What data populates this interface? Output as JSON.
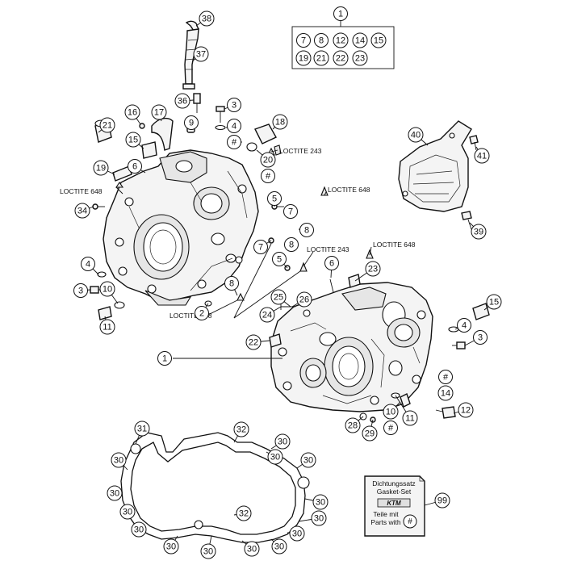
{
  "callouts": [
    {
      "id": "c-1-top",
      "label": "1"
    },
    {
      "id": "c-7-kit",
      "label": "7"
    },
    {
      "id": "c-8-kit",
      "label": "8"
    },
    {
      "id": "c-12-kit",
      "label": "12"
    },
    {
      "id": "c-14-kit",
      "label": "14"
    },
    {
      "id": "c-15-kit",
      "label": "15"
    },
    {
      "id": "c-19-kit",
      "label": "19"
    },
    {
      "id": "c-21-kit",
      "label": "21"
    },
    {
      "id": "c-22-kit",
      "label": "22"
    },
    {
      "id": "c-23-kit",
      "label": "23"
    },
    {
      "id": "c-38",
      "label": "38"
    },
    {
      "id": "c-37",
      "label": "37"
    },
    {
      "id": "c-36",
      "label": "36"
    },
    {
      "id": "c-3-a",
      "label": "3"
    },
    {
      "id": "c-9",
      "label": "9"
    },
    {
      "id": "c-4-a",
      "label": "4"
    },
    {
      "id": "c-hash-a",
      "label": "#"
    },
    {
      "id": "c-18",
      "label": "18"
    },
    {
      "id": "c-20",
      "label": "20"
    },
    {
      "id": "c-hash-b",
      "label": "#"
    },
    {
      "id": "c-16",
      "label": "16"
    },
    {
      "id": "c-17",
      "label": "17"
    },
    {
      "id": "c-21",
      "label": "21"
    },
    {
      "id": "c-15-a",
      "label": "15"
    },
    {
      "id": "c-19",
      "label": "19"
    },
    {
      "id": "c-6-a",
      "label": "6"
    },
    {
      "id": "c-34",
      "label": "34"
    },
    {
      "id": "c-5-a",
      "label": "5"
    },
    {
      "id": "c-7-a",
      "label": "7"
    },
    {
      "id": "c-8-a",
      "label": "8"
    },
    {
      "id": "c-7-b",
      "label": "7"
    },
    {
      "id": "c-8-b",
      "label": "8"
    },
    {
      "id": "c-5-b",
      "label": "5"
    },
    {
      "id": "c-8-c",
      "label": "8"
    },
    {
      "id": "c-4-b",
      "label": "4"
    },
    {
      "id": "c-3-b",
      "label": "3"
    },
    {
      "id": "c-10-a",
      "label": "10"
    },
    {
      "id": "c-11-a",
      "label": "11"
    },
    {
      "id": "c-2",
      "label": "2"
    },
    {
      "id": "c-40",
      "label": "40"
    },
    {
      "id": "c-41",
      "label": "41"
    },
    {
      "id": "c-39",
      "label": "39"
    },
    {
      "id": "c-6-b",
      "label": "6"
    },
    {
      "id": "c-23",
      "label": "23"
    },
    {
      "id": "c-25",
      "label": "25"
    },
    {
      "id": "c-26",
      "label": "26"
    },
    {
      "id": "c-24",
      "label": "24"
    },
    {
      "id": "c-22",
      "label": "22"
    },
    {
      "id": "c-15-b",
      "label": "15"
    },
    {
      "id": "c-4-c",
      "label": "4"
    },
    {
      "id": "c-3-c",
      "label": "3"
    },
    {
      "id": "c-1-bottom",
      "label": "1"
    },
    {
      "id": "c-hash-c",
      "label": "#"
    },
    {
      "id": "c-14",
      "label": "14"
    },
    {
      "id": "c-12",
      "label": "12"
    },
    {
      "id": "c-10-b",
      "label": "10"
    },
    {
      "id": "c-11-b",
      "label": "11"
    },
    {
      "id": "c-hash-d",
      "label": "#"
    },
    {
      "id": "c-28",
      "label": "28"
    },
    {
      "id": "c-29",
      "label": "29"
    },
    {
      "id": "c-31",
      "label": "31"
    },
    {
      "id": "c-32-top",
      "label": "32"
    },
    {
      "id": "c-30-1",
      "label": "30"
    },
    {
      "id": "c-30-2",
      "label": "30"
    },
    {
      "id": "c-30-3",
      "label": "30"
    },
    {
      "id": "c-30-4",
      "label": "30"
    },
    {
      "id": "c-30-5",
      "label": "30"
    },
    {
      "id": "c-30-6",
      "label": "30"
    },
    {
      "id": "c-30-7",
      "label": "30"
    },
    {
      "id": "c-30-8",
      "label": "30"
    },
    {
      "id": "c-30-9",
      "label": "30"
    },
    {
      "id": "c-30-10",
      "label": "30"
    },
    {
      "id": "c-30-11",
      "label": "30"
    },
    {
      "id": "c-30-12",
      "label": "30"
    },
    {
      "id": "c-30-13",
      "label": "30"
    },
    {
      "id": "c-30-14",
      "label": "30"
    },
    {
      "id": "c-32-bottom",
      "label": "32"
    },
    {
      "id": "c-99",
      "label": "99"
    }
  ],
  "loctite_labels": {
    "l243_top": "LOCTITE 243",
    "l648_left": "LOCTITE 648",
    "l648_mid": "LOCTITE 648",
    "l243_mid": "LOCTITE 243",
    "l648_right": "LOCTITE 648",
    "l648_bottom": "LOCTITE 648"
  },
  "gasket_kit": {
    "title_de": "Dichtungssatz",
    "title_en": "Gasket-Set",
    "logo_text": "KTM",
    "note_de": "Teile mit",
    "note_en": "Parts with",
    "note_symbol": "#"
  }
}
